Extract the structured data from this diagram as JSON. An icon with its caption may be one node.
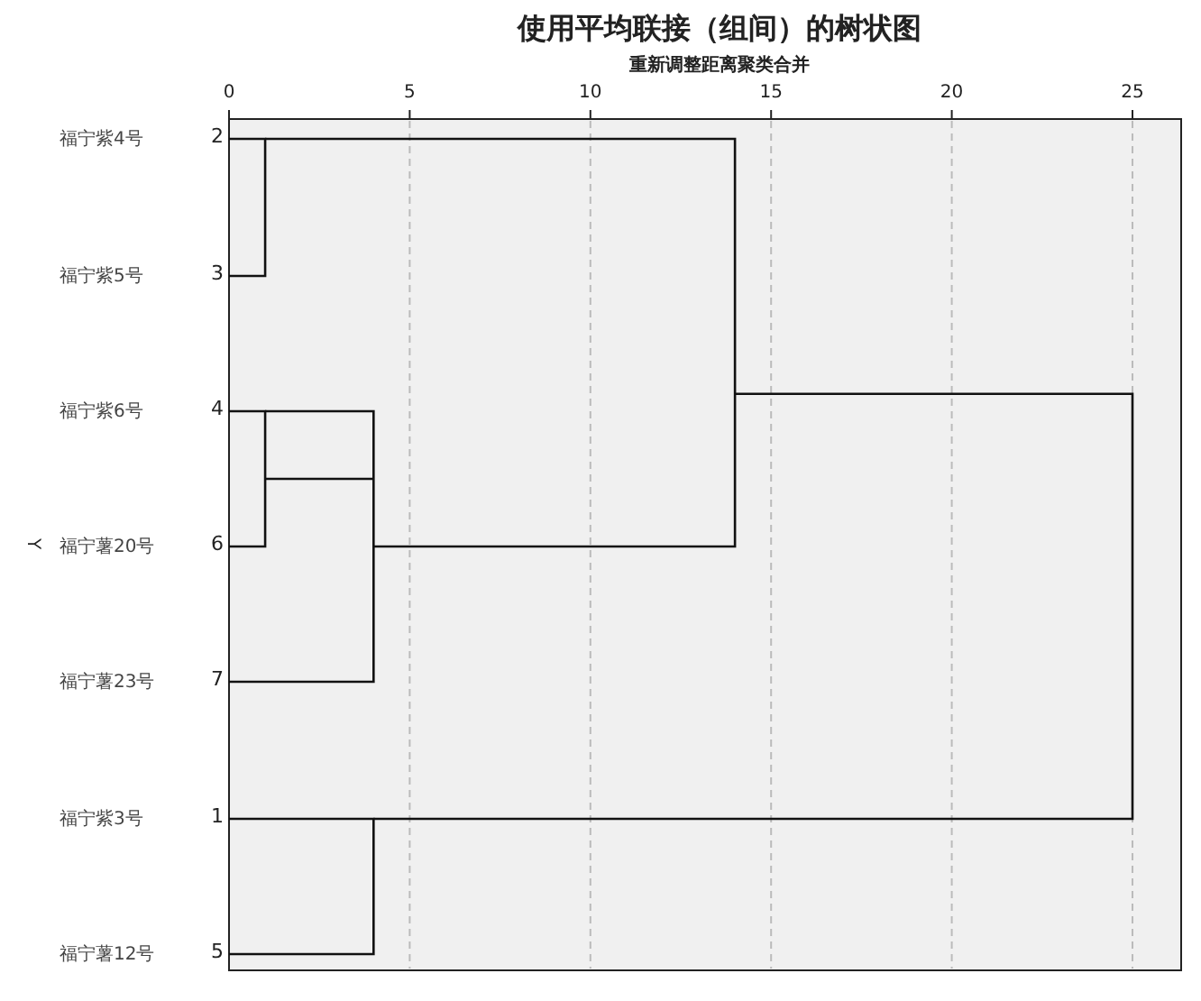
{
  "diagram": {
    "title": "使用平均联接（组间）的树状图",
    "labels": [
      "重新调整距离聚类合并",
      "0",
      "5",
      "10",
      "15",
      "20",
      "25",
      "福宁紫4号",
      "2",
      "福宁紫5号",
      "3",
      "福宁紫6号",
      "4",
      "Y",
      "福宁薯20号",
      "6",
      "福宁薯23号",
      "7",
      "福宁紫3号",
      "1",
      "福宁薯12号",
      "5"
    ]
  }
}
